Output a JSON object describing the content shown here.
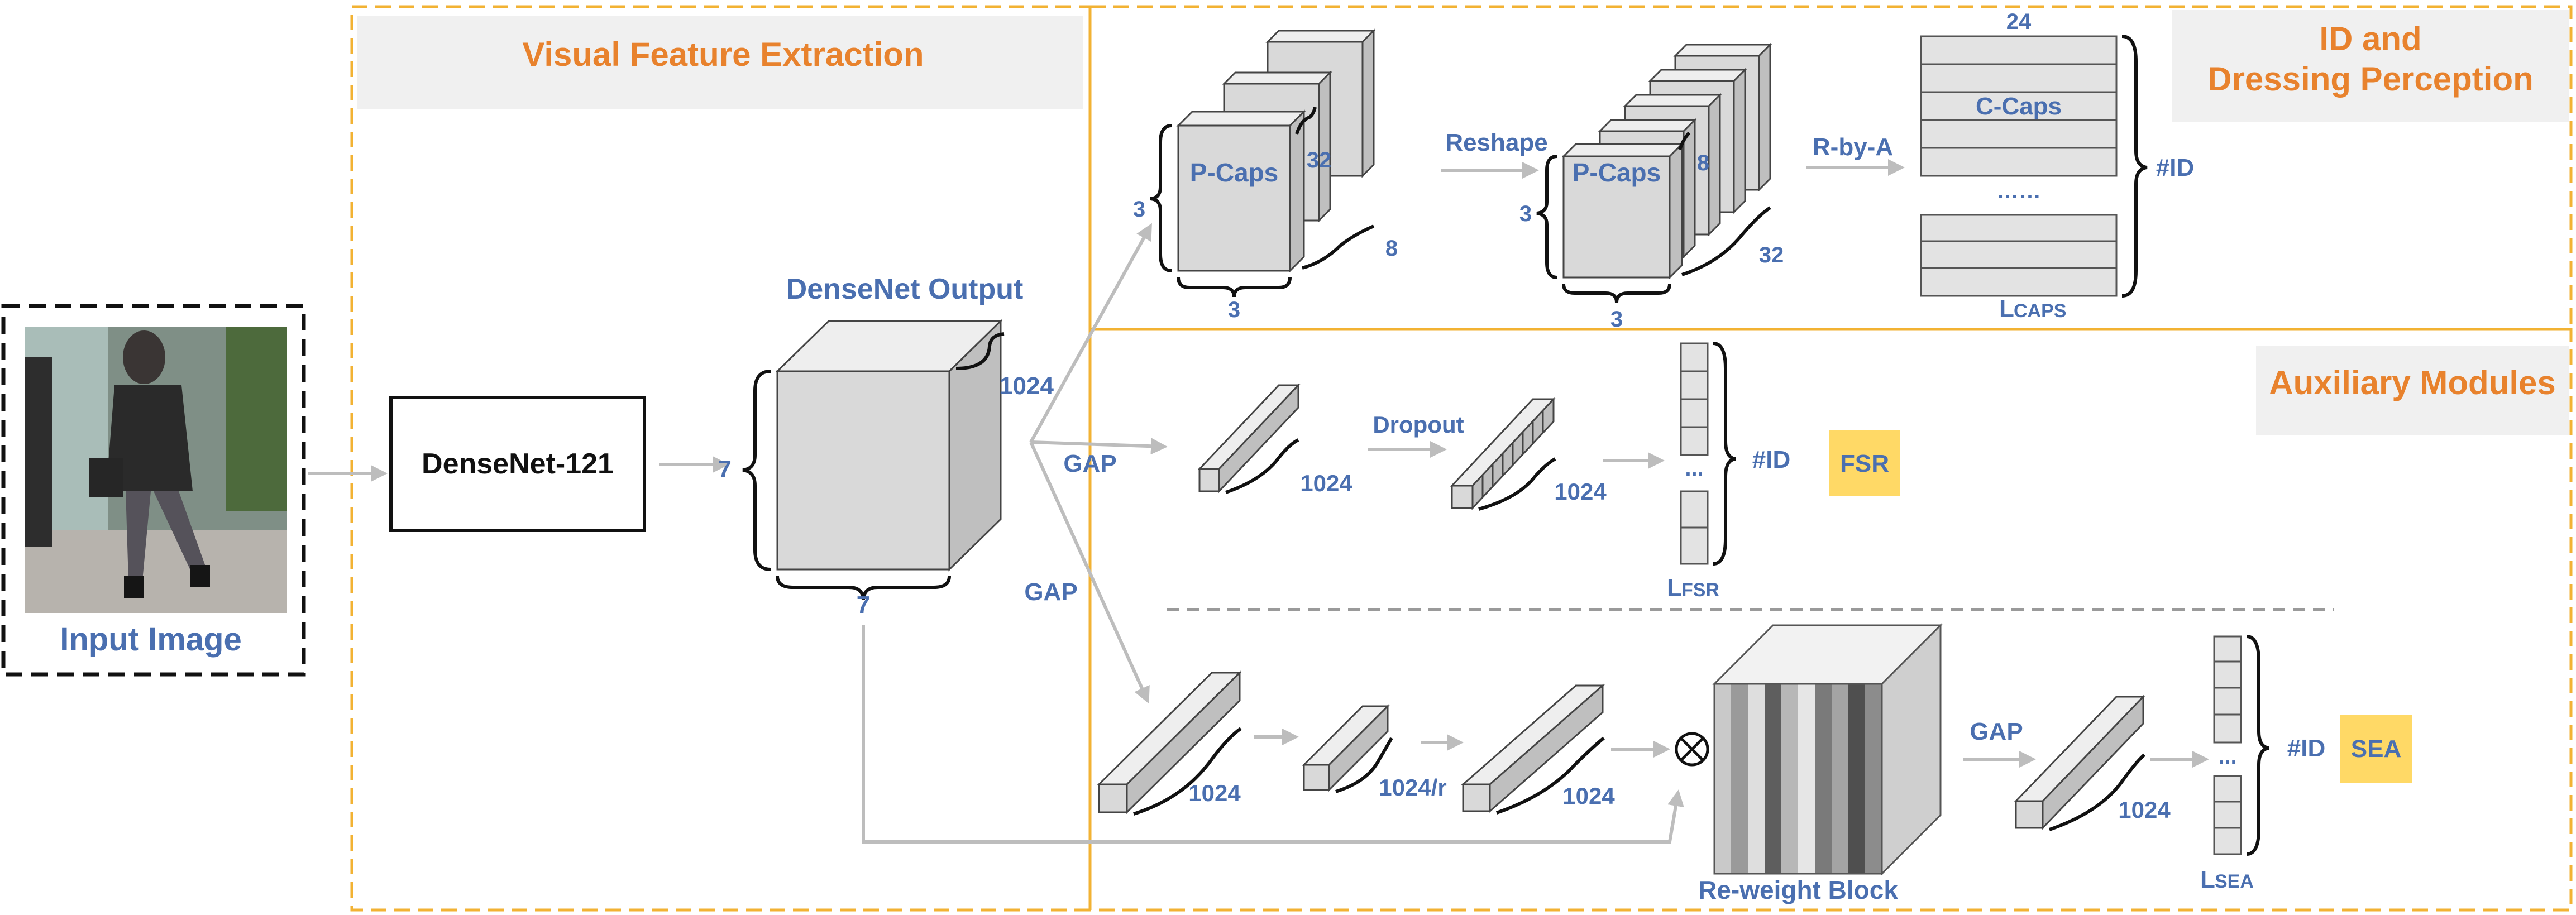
{
  "sections": {
    "visual_feature_extraction": "Visual Feature Extraction",
    "id_dressing": [
      "ID and",
      "Dressing Perception"
    ],
    "auxiliary_modules": "Auxiliary Modules"
  },
  "input": {
    "label": "Input Image"
  },
  "backbone": {
    "label": "DenseNet-121"
  },
  "densenet_output": {
    "title": "DenseNet Output",
    "dim_h": "7",
    "dim_w": "7",
    "dim_c": "1024"
  },
  "gap_labels": {
    "upper": "GAP",
    "lower": "GAP",
    "sea": "GAP"
  },
  "pcaps_1": {
    "label": "P-Caps",
    "d_h": "3",
    "d_w": "3",
    "d_a": "32",
    "d_b": "8"
  },
  "reshape_label": "Reshape",
  "pcaps_2": {
    "label": "P-Caps",
    "d_h": "3",
    "d_w": "3",
    "d_a": "8",
    "d_b": "32"
  },
  "rbya_label": "R-by-A",
  "ccaps": {
    "label": "C-Caps",
    "dim_top": "24",
    "ellipsis": "……",
    "id_label": "#ID",
    "loss_main": "L",
    "loss_sub": "CAPS"
  },
  "fsr": {
    "dim_a": "1024",
    "dropout_label": "Dropout",
    "dim_b": "1024",
    "ellipsis": "...",
    "id_label": "#ID",
    "badge": "FSR",
    "loss_main": "L",
    "loss_sub": "FSR"
  },
  "sea": {
    "dim_a": "1024",
    "dim_b": "1024/r",
    "dim_c": "1024",
    "multiply_symbol": "⊗",
    "reweight_label": "Re-weight Block",
    "dim_d": "1024",
    "ellipsis": "...",
    "id_label": "#ID",
    "badge": "SEA",
    "loss_main": "L",
    "loss_sub": "SEA"
  },
  "colors": {
    "text_blue": "#4a6fb0",
    "section_orange": "#e8822d",
    "dash_border": "#f2b233",
    "badge_yellow": "#ffd966",
    "arrow_grey": "#bdbdbd",
    "header_band": "#f0f0f0"
  },
  "icons": [
    "multiply-circle-icon",
    "input-photo"
  ]
}
